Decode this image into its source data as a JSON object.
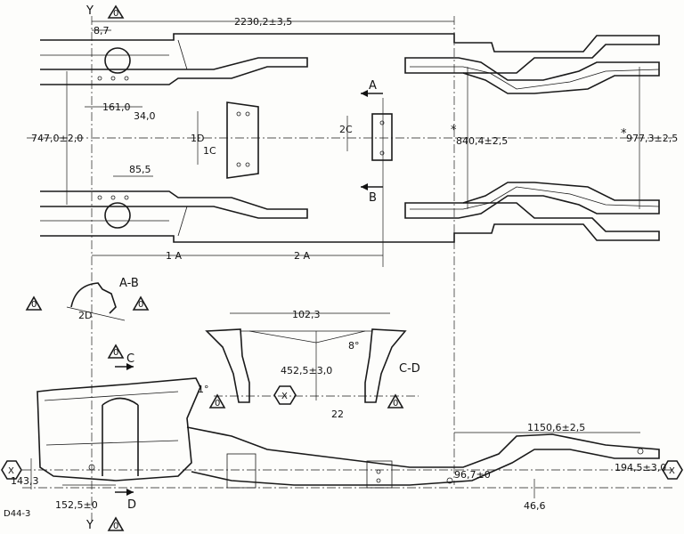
{
  "labels": {
    "y_top": "Y",
    "y_bottom": "Y",
    "zero_symbol": "0",
    "x_symbol": "X",
    "star": "*",
    "drawing_code": "D44-3"
  },
  "dimensions": {
    "overall_length": "2230,2±3,5",
    "offset_8_7": "8,7",
    "d_161_0": "161,0",
    "d_34_0": "34,0",
    "d_85_5": "85,5",
    "width_747": "747,0±2,0",
    "width_840": "840,4±2,5",
    "width_977": "977,3±2,5",
    "label_1D": "1D",
    "label_1C": "1C",
    "label_2C": "2C",
    "label_1A": "1 A",
    "label_2A": "2 A",
    "label_2D": "2D",
    "d_102_3": "102,3",
    "d_452_5": "452,5±3,0",
    "d_22": "22",
    "angle_8": "8°",
    "angle_1": "1°",
    "d_1150_6": "1150,6±2,5",
    "d_194_5": "194,5±3,0",
    "d_96_7": "96,7±0",
    "d_46_6": "46,6",
    "d_143_3": "143,3",
    "d_152_5": "152,5±0"
  },
  "sections": {
    "A": "A",
    "B": "B",
    "C": "C",
    "D": "D",
    "AB": "A-B",
    "CD": "C-D"
  }
}
